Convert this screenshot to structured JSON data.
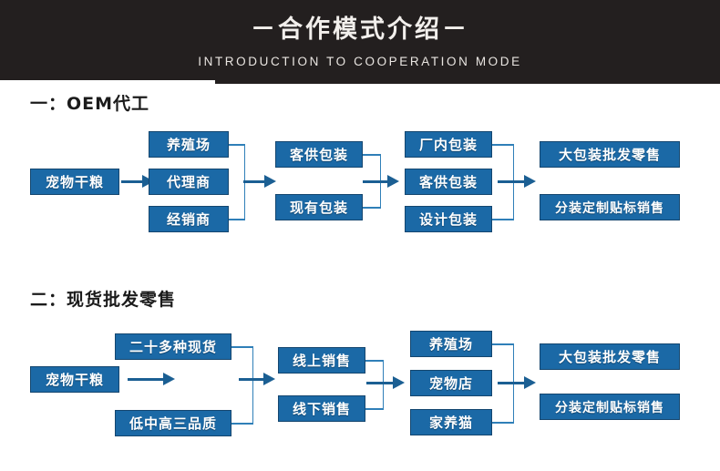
{
  "header": {
    "title": "－合作模式介绍－",
    "subtitle": "INTRODUCTION TO COOPERATION MODE",
    "bg_color": "#231f1f",
    "text_color": "#f2efec"
  },
  "theme": {
    "box_fill": "#1b69a6",
    "box_border": "#14466f",
    "box_text": "#ffffff",
    "connector": "#2f7fb8",
    "arrow": "#1b5f93",
    "page_bg": "#ffffff"
  },
  "sections": [
    {
      "heading": "一：OEM代工",
      "columns": [
        {
          "name": "source",
          "boxes": [
            {
              "label": "宠物干粮"
            }
          ]
        },
        {
          "name": "channel",
          "boxes": [
            {
              "label": "养殖场"
            },
            {
              "label": "代理商"
            },
            {
              "label": "经销商"
            }
          ]
        },
        {
          "name": "packaging-source",
          "boxes": [
            {
              "label": "客供包装"
            },
            {
              "label": "现有包装"
            }
          ]
        },
        {
          "name": "packaging-type",
          "boxes": [
            {
              "label": "厂内包装"
            },
            {
              "label": "客供包装"
            },
            {
              "label": "设计包装"
            }
          ]
        },
        {
          "name": "outcome",
          "boxes": [
            {
              "label": "大包装批发零售"
            },
            {
              "label": "分装定制贴标销售"
            }
          ]
        }
      ]
    },
    {
      "heading": "二：现货批发零售",
      "columns": [
        {
          "name": "source",
          "boxes": [
            {
              "label": "宠物干粮"
            }
          ]
        },
        {
          "name": "stock",
          "boxes": [
            {
              "label": "二十多种现货"
            },
            {
              "label": "低中高三品质"
            }
          ]
        },
        {
          "name": "sales-channel",
          "boxes": [
            {
              "label": "线上销售"
            },
            {
              "label": "线下销售"
            }
          ]
        },
        {
          "name": "customer",
          "boxes": [
            {
              "label": "养殖场"
            },
            {
              "label": "宠物店"
            },
            {
              "label": "家养猫"
            }
          ]
        },
        {
          "name": "outcome",
          "boxes": [
            {
              "label": "大包装批发零售"
            },
            {
              "label": "分装定制贴标销售"
            }
          ]
        }
      ]
    }
  ]
}
